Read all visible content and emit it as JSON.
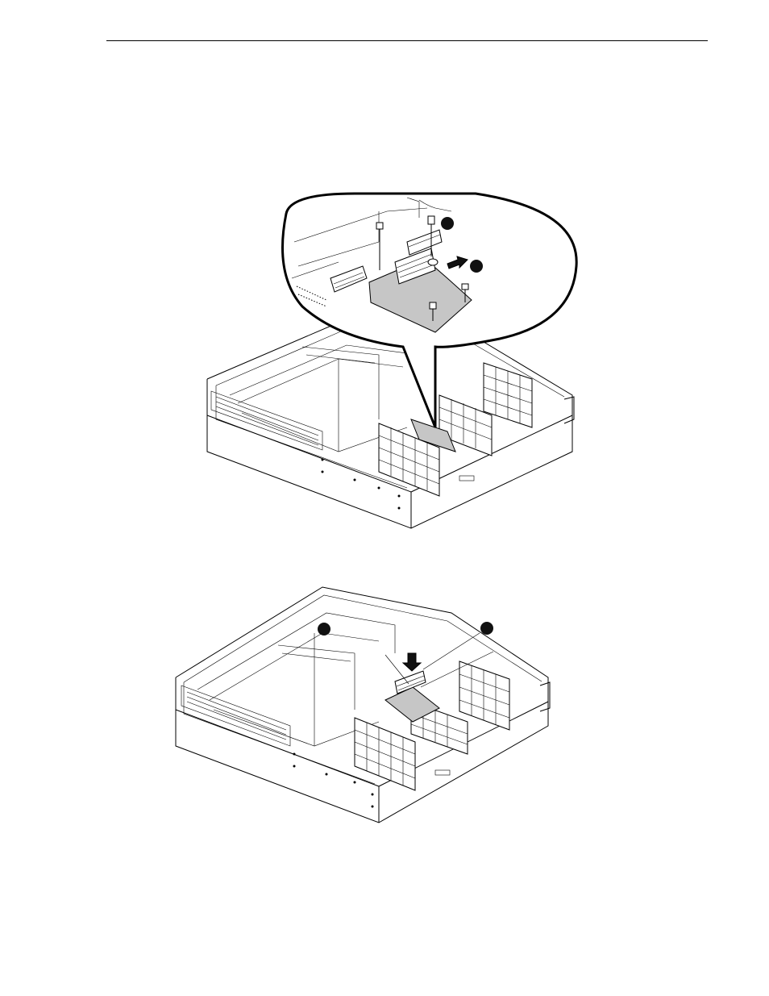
{
  "page": {
    "header_rule": true
  },
  "figures": [
    {
      "id": "top",
      "description_callouts": 2,
      "callout_color": "#000000"
    },
    {
      "id": "bottom",
      "description_callouts": 2,
      "callout_color": "#000000"
    }
  ],
  "colors": {
    "pcb_fill": "#c6c6c6",
    "line": "#000000",
    "background": "#ffffff"
  }
}
